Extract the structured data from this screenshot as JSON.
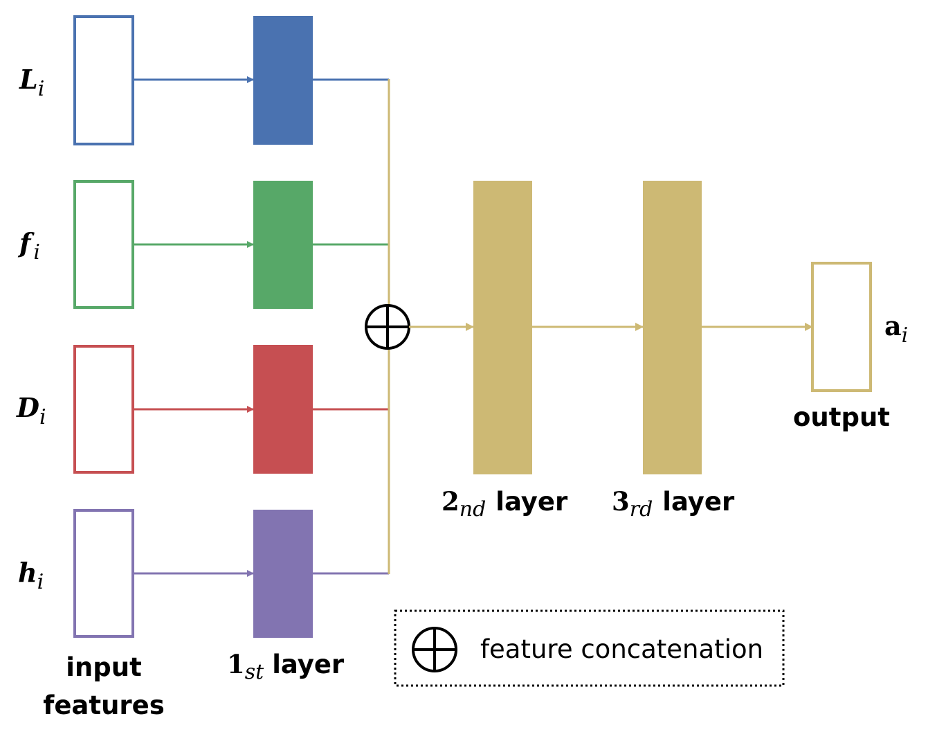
{
  "colors": {
    "L": "#4a72b0",
    "f": "#57a868",
    "D": "#c64f52",
    "h": "#8274b1",
    "deep": "#cdb974",
    "black": "#000000"
  },
  "inputs": [
    {
      "id": "L",
      "symbol": "L",
      "subscript": "i"
    },
    {
      "id": "f",
      "symbol": "f",
      "subscript": "i"
    },
    {
      "id": "D",
      "symbol": "D",
      "subscript": "i"
    },
    {
      "id": "h",
      "symbol": "h",
      "subscript": "i"
    }
  ],
  "labels": {
    "input_line1": "input",
    "input_line2": "features",
    "first_num": "1",
    "first_sub": "st",
    "first_word": "layer",
    "second_num": "2",
    "second_sub": "nd",
    "second_word": "layer",
    "third_num": "3",
    "third_sub": "rd",
    "third_word": "layer",
    "output": "output",
    "output_symbol": "a",
    "output_sub": "i"
  },
  "legend": {
    "symbol_icon": "circled-plus-icon",
    "text": "feature concatenation"
  }
}
